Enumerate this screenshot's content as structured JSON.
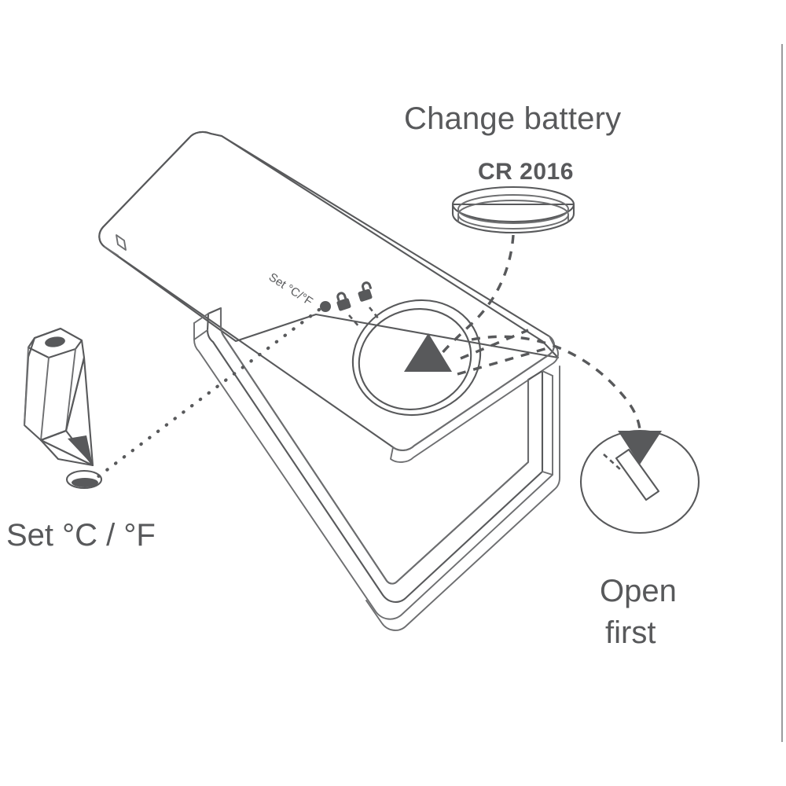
{
  "illustration": {
    "kind": "product-instruction-diagram",
    "subject": "digital thermometer / weather station battery replacement",
    "background_color": "#ffffff",
    "line_color": "#58595b",
    "text_color": "#58595b",
    "edge_rule_color": "#9a9b9d"
  },
  "labels": {
    "change_battery": "Change battery",
    "battery_code": "CR 2016",
    "set_unit_caption": "Set °C / °F",
    "set_unit_microlabel": "Set °C/°F",
    "open_first_line1": "Open",
    "open_first_line2": "first"
  },
  "callouts": [
    {
      "id": "change-battery",
      "title": "Change battery",
      "detail": "CR 2016",
      "icon": "coin-cell-battery"
    },
    {
      "id": "set-unit",
      "title": "Set °C / °F",
      "detail": "Set °C/°F",
      "icon": "pencil-tip-press-button"
    },
    {
      "id": "open-first",
      "title": "Open first",
      "detail": "",
      "icon": "screwdriver-slot"
    }
  ],
  "icons": {
    "padlock_closed": "padlock-locked-icon",
    "padlock_open": "padlock-unlocked-icon",
    "arrow_triangle_compartment": "triangle-arrow-icon",
    "arrow_triangle_detail": "down-arrow-icon",
    "pencil": "pencil-icon",
    "coin_battery": "coin-cell-icon",
    "slot_screwdriver": "slot-icon"
  }
}
